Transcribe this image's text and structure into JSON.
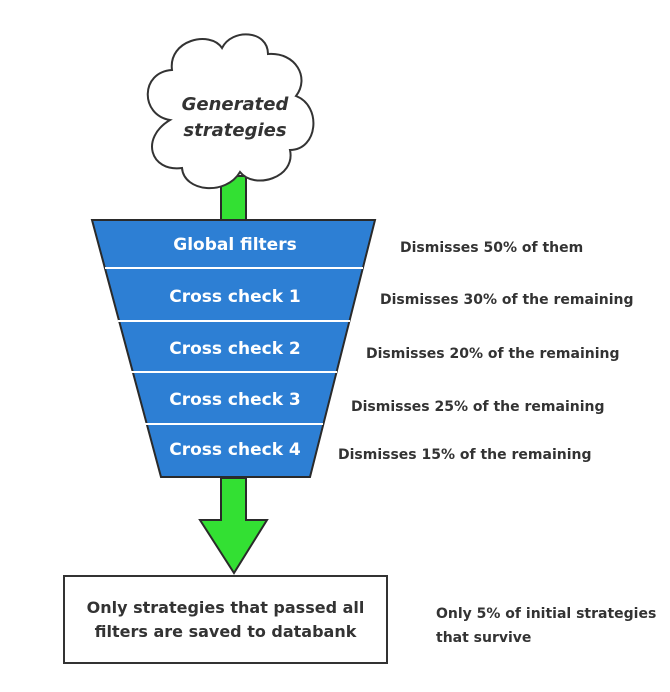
{
  "cloud": {
    "line1": "Generated",
    "line2": "strategies"
  },
  "stages": [
    {
      "label": "Global filters",
      "note": "Dismisses 50% of them"
    },
    {
      "label": "Cross check 1",
      "note": "Dismisses 30% of the remaining"
    },
    {
      "label": "Cross check 2",
      "note": "Dismisses 20% of the remaining"
    },
    {
      "label": "Cross check 3",
      "note": "Dismisses 25% of the remaining"
    },
    {
      "label": "Cross check 4",
      "note": "Dismisses 15% of the remaining"
    }
  ],
  "result": {
    "text": "Only strategies that passed all filters are saved to databank",
    "note_line1": "Only 5% of initial strategies",
    "note_line2": "that survive"
  },
  "colors": {
    "funnel": "#2d7fd4",
    "funnel_border": "#2a2a2a",
    "arrow": "#33e033",
    "text": "#333333"
  }
}
